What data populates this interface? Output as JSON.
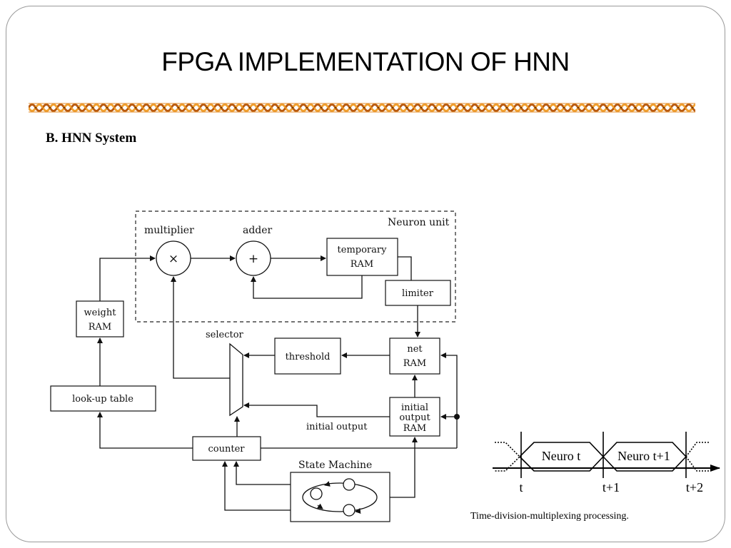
{
  "slide": {
    "title": "FPGA IMPLEMENTATION OF HNN",
    "section_heading": "B. HNN System"
  },
  "diagram": {
    "neuron_unit_label": "Neuron unit",
    "multiplier_label": "multiplier",
    "multiplier_symbol": "×",
    "adder_label": "adder",
    "adder_symbol": "+",
    "temporary_ram": [
      "temporary",
      "RAM"
    ],
    "limiter": "limiter",
    "weight_ram": [
      "weight",
      "RAM"
    ],
    "selector_label": "selector",
    "threshold": "threshold",
    "net_ram": [
      "net",
      "RAM"
    ],
    "initial_output_ram": [
      "initial",
      "output",
      "RAM"
    ],
    "initial_output_label": "initial output",
    "lookup_table": "look-up table",
    "counter": "counter",
    "state_machine_label": "State Machine"
  },
  "timing": {
    "slots": [
      "Neuro t",
      "Neuro t+1"
    ],
    "ticks": [
      "t",
      "t+1",
      "t+2"
    ],
    "caption": "Time-division-multiplexing processing."
  },
  "colors": {
    "divider_fill": "#f0a030",
    "divider_edge": "#b85a10",
    "frame_border": "#9a9a9a"
  }
}
